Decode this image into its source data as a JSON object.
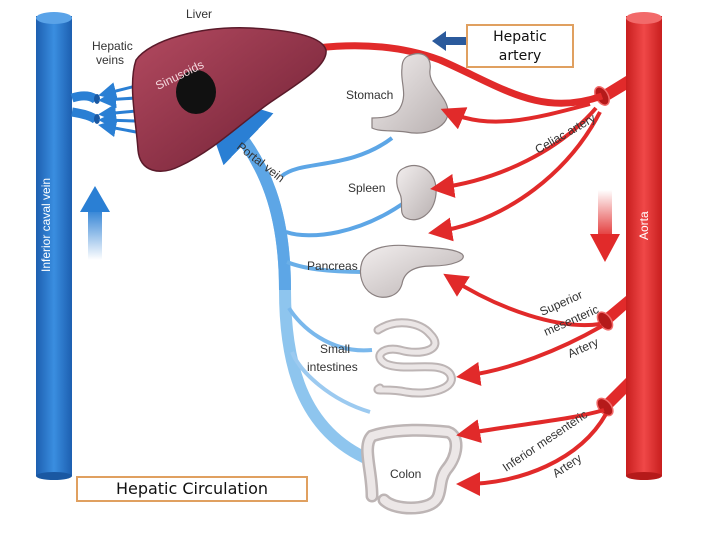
{
  "labels": {
    "liver": "Liver",
    "hepatic_veins_1": "Hepatic",
    "hepatic_veins_2": "veins",
    "sinusoids": "Sinusoids",
    "portal_vein": "Portal vein",
    "stomach": "Stomach",
    "spleen": "Spleen",
    "pancreas": "Pancreas",
    "small_intestines_1": "Small",
    "small_intestines_2": "intestines",
    "colon": "Colon",
    "inferior_caval_vein": "Inferior caval vein",
    "aorta": "Aorta",
    "celiac_artery": "Celiac artery",
    "superior_mesenteric_1": "Superior",
    "superior_mesenteric_2": "mesenteric",
    "superior_mesenteric_3": "Artery",
    "inferior_mesenteric_1": "Inferior mesenteric",
    "inferior_mesenteric_2": "Artery"
  },
  "callouts": {
    "hepatic_artery_1": "Hepatic",
    "hepatic_artery_2": "artery",
    "hepatic_circulation": "Hepatic Circulation"
  },
  "colors": {
    "artery_red": "#e12a2a",
    "vein_blue": "#2a7fd4",
    "portal_light_blue": "#8ec5ee",
    "liver": "#8c2f45",
    "organ_grey": "#d9d4d4",
    "callout_border": "#e0a060"
  }
}
